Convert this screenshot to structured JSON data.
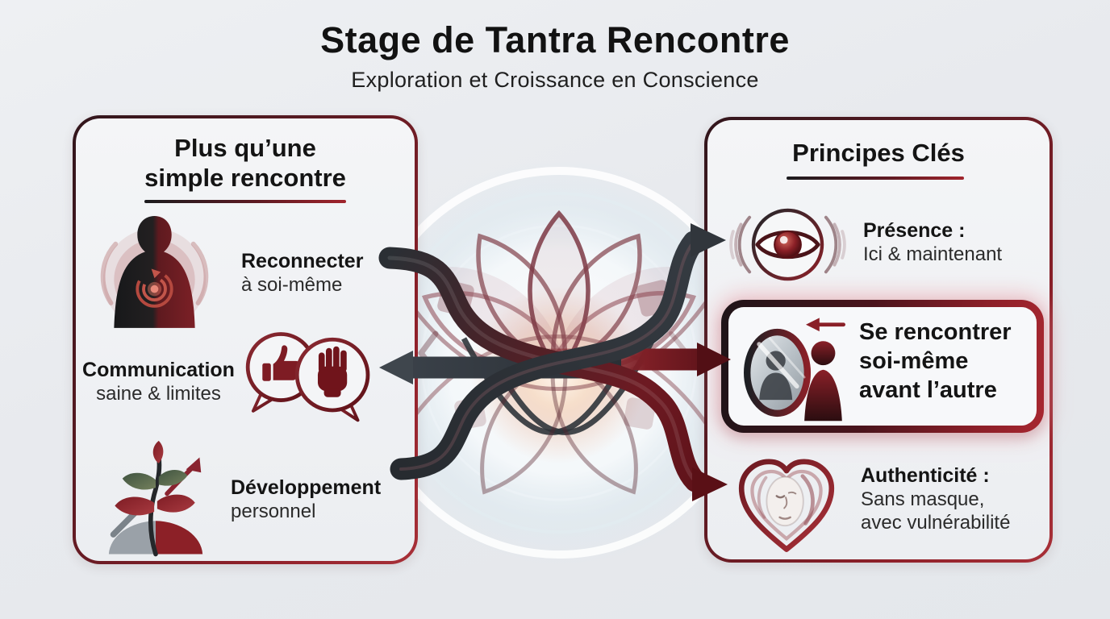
{
  "header": {
    "title": "Stage de Tantra Rencontre",
    "subtitle": "Exploration et Croissance en Conscience"
  },
  "left_panel": {
    "heading_line1": "Plus qu’une",
    "heading_line2": "simple rencontre",
    "items": [
      {
        "icon": "inner-connection-icon",
        "bold": "Reconnecter",
        "regular": "à soi-même"
      },
      {
        "icon": "communication-bubbles-icon",
        "bold": "Communication",
        "regular": "saine & limites"
      },
      {
        "icon": "growth-plant-icon",
        "bold": "Développement",
        "regular": "personnel"
      }
    ]
  },
  "right_panel": {
    "heading": "Principes Clés",
    "items": [
      {
        "icon": "presence-eye-icon",
        "bold": "Présence :",
        "regular": "Ici & maintenant"
      },
      {
        "icon": "mirror-reflection-icon",
        "highlighted": true,
        "line1": "Se rencontrer",
        "line2": "soi-même",
        "line3": "avant l’autre"
      },
      {
        "icon": "heart-face-icon",
        "bold": "Authenticité :",
        "regular": "Sans masque,",
        "regular2": "avec vulnérabilité"
      }
    ]
  },
  "colors": {
    "background": "#e9ebee",
    "accent_dark": "#2b2f34",
    "accent_red": "#7e1f26",
    "panel_border_dark": "#31161c",
    "panel_border_red": "#a0242c"
  }
}
